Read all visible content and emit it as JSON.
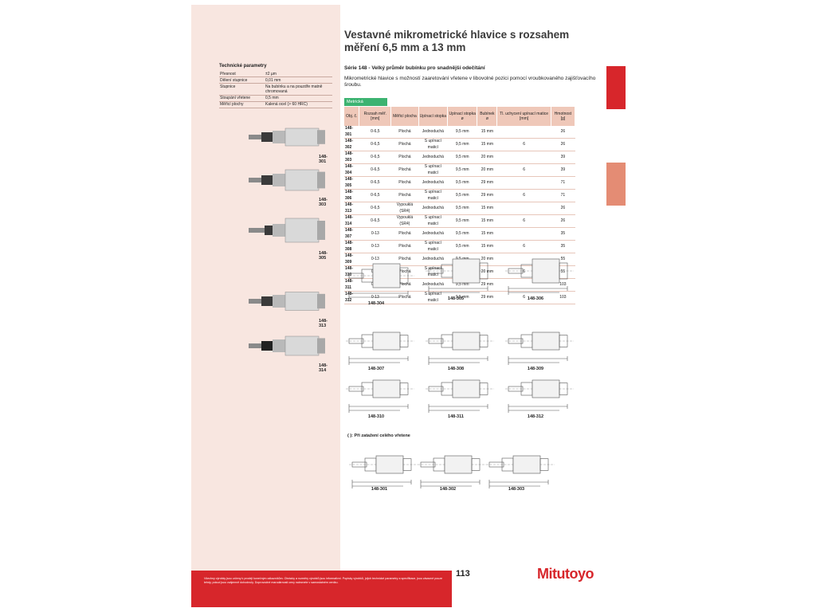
{
  "title": "Vestavné mikrometrické hlavice s rozsahem měření 6,5 mm a 13 mm",
  "subtitle": "Série 148 - Velký průměr bubínku pro snadnější odečítání",
  "description": "Mikrometrické hlavice s možností zaaretování vřetene v libovolné pozici pomocí vroubkovaného zajišťovacího šroubu.",
  "badge": "Metrická",
  "tech": {
    "title": "Technické parametry",
    "rows": [
      {
        "k": "Přesnost",
        "v": "±2 µm"
      },
      {
        "k": "Dělení stupnice",
        "v": "0,01 mm"
      },
      {
        "k": "Stupnice",
        "v": "Na bubínku a na pouzdře matně chromovaná"
      },
      {
        "k": "Stoupání vřetene",
        "v": "0,5 mm"
      },
      {
        "k": "Měřicí plochy",
        "v": "Kalená ocel (> 60 HRC)"
      }
    ]
  },
  "instruments": [
    {
      "label": "148-301"
    },
    {
      "label": "148-303"
    },
    {
      "label": "148-305"
    },
    {
      "label": "148-313"
    },
    {
      "label": "148-314"
    }
  ],
  "table": {
    "headers": [
      "Obj. č.",
      "Rozsah měř. [mm]",
      "Měřicí plocha",
      "Upínací stopka",
      "Upínací stopka ø",
      "Bubínek ø",
      "Tl. uchycení upínací matice [mm]",
      "Hmotnost [g]"
    ],
    "rows": [
      [
        "148-301",
        "0-6,5",
        "Plochá",
        "Jednoduchá",
        "9,5 mm",
        "15 mm",
        "",
        "26"
      ],
      [
        "148-302",
        "0-6,5",
        "Plochá",
        "S upínací maticí",
        "9,5 mm",
        "15 mm",
        "6",
        "26"
      ],
      [
        "148-303",
        "0-6,5",
        "Plochá",
        "Jednoduchá",
        "9,5 mm",
        "20 mm",
        "",
        "39"
      ],
      [
        "148-304",
        "0-6,5",
        "Plochá",
        "S upínací maticí",
        "9,5 mm",
        "20 mm",
        "6",
        "39"
      ],
      [
        "148-305",
        "0-6,5",
        "Plochá",
        "Jednoduchá",
        "9,5 mm",
        "29 mm",
        "",
        "71"
      ],
      [
        "148-306",
        "0-6,5",
        "Plochá",
        "S upínací maticí",
        "9,5 mm",
        "29 mm",
        "6",
        "71"
      ],
      [
        "148-313",
        "0-6,5",
        "Vypouklá (SR4)",
        "Jednoduchá",
        "9,5 mm",
        "15 mm",
        "",
        "26"
      ],
      [
        "148-314",
        "0-6,5",
        "Vypouklá (SR4)",
        "S upínací maticí",
        "9,5 mm",
        "15 mm",
        "6",
        "26"
      ],
      [
        "148-307",
        "0-13",
        "Plochá",
        "Jednoduchá",
        "9,5 mm",
        "15 mm",
        "",
        "35"
      ],
      [
        "148-308",
        "0-13",
        "Plochá",
        "S upínací maticí",
        "9,5 mm",
        "15 mm",
        "6",
        "35"
      ],
      [
        "148-309",
        "0-13",
        "Plochá",
        "Jednoduchá",
        "9,5 mm",
        "20 mm",
        "",
        "55"
      ],
      [
        "148-310",
        "0-13",
        "Plochá",
        "S upínací maticí",
        "9,5 mm",
        "20 mm",
        "6",
        "55"
      ],
      [
        "148-311",
        "0-13",
        "Plochá",
        "Jednoduchá",
        "9,5 mm",
        "29 mm",
        "",
        "103"
      ],
      [
        "148-312",
        "0-13",
        "Plochá",
        "S upínací maticí",
        "9,5 mm",
        "29 mm",
        "6",
        "103"
      ]
    ]
  },
  "drawings": [
    {
      "label": "148-304"
    },
    {
      "label": "148-305"
    },
    {
      "label": "148-306"
    },
    {
      "label": "148-307"
    },
    {
      "label": "148-308"
    },
    {
      "label": "148-309"
    },
    {
      "label": "148-310"
    },
    {
      "label": "148-311"
    },
    {
      "label": "148-312"
    },
    {
      "label": "148-301"
    },
    {
      "label": "148-302"
    },
    {
      "label": "148-303"
    }
  ],
  "note": "( ): Při zatažení celého vřetene",
  "footer_text": "Všechny výrobky jsou určeny k prodeji konečným zákazníkům. Obrázky a rozměry výrobků jsou informativní. Popisky výrobků, jejich technické parametry a specifikace, jsou závazné pouze tehdy, pokud jsou vzájemně dohodnuty. Doprovodné marodárnosti ceny naleznete v samostatném ceníku.",
  "page_number": "113",
  "logo": "Mitutoyo",
  "colors": {
    "brand_red": "#d7262b",
    "tab_light": "#e48c74",
    "sidebar_bg": "#f8e6e0",
    "table_header": "#efc8b9",
    "badge_green": "#3cb371"
  }
}
